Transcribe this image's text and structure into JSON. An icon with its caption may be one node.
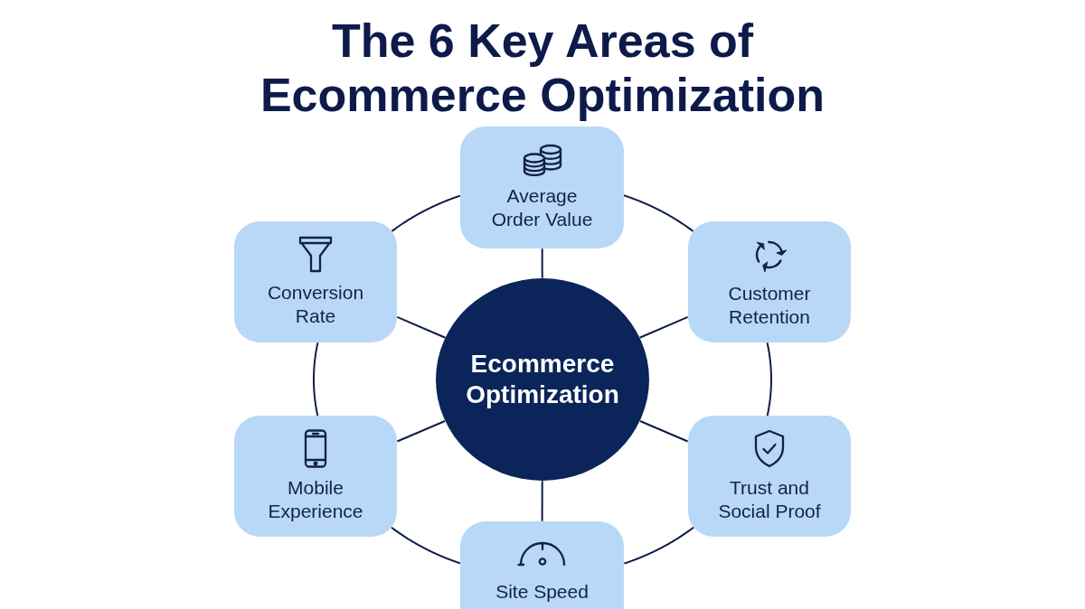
{
  "diagram": {
    "title": "The 6 Key Areas of Ecommerce Optimization",
    "nodes": [
      {
        "text": [
          "Average Order Value"
        ]
      },
      {
        "text": [
          "Conversion Rate"
        ]
      },
      {
        "text": [
          "Customer Retention"
        ]
      },
      {
        "text": [
          "Ecommerce Optimization"
        ]
      },
      {
        "text": [
          "Mobile Experience"
        ]
      },
      {
        "text": [
          "Trust and Social Proof"
        ]
      },
      {
        "text": [
          "Site Speed"
        ]
      }
    ],
    "edges": [
      {
        "from": 3,
        "to": 0,
        "arrow": "none"
      },
      {
        "from": 3,
        "to": 1,
        "arrow": "none"
      },
      {
        "from": 3,
        "to": 2,
        "arrow": "none"
      },
      {
        "from": 3,
        "to": 4,
        "arrow": "none"
      },
      {
        "from": 3,
        "to": 5,
        "arrow": "none"
      },
      {
        "from": 3,
        "to": 6,
        "arrow": "none"
      },
      {
        "from": 0,
        "to": 1,
        "arrow": "none"
      },
      {
        "from": 0,
        "to": 2,
        "arrow": "none"
      },
      {
        "from": 1,
        "to": 4,
        "arrow": "none"
      },
      {
        "from": 2,
        "to": 5,
        "arrow": "none"
      },
      {
        "from": 4,
        "to": 6,
        "arrow": "none"
      },
      {
        "from": 5,
        "to": 6,
        "arrow": "none"
      }
    ]
  }
}
